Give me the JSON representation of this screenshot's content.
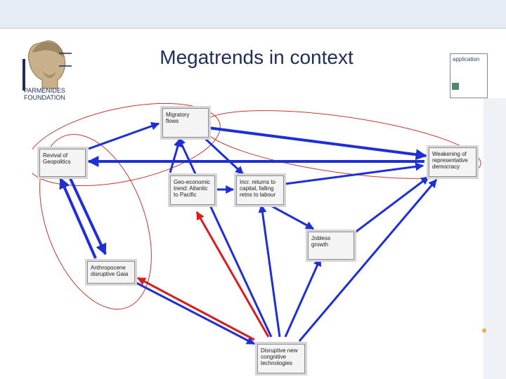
{
  "slide": {
    "title": "Megatrends in context",
    "logo_text": "PARMENIDES FOUNDATION",
    "app_label": "application"
  },
  "nodes": [
    {
      "id": "migratory",
      "label": "Migratory\nflows"
    },
    {
      "id": "geopolitics",
      "label": "Revival of\nGeopolitics"
    },
    {
      "id": "representative",
      "label": "Weakening of\nrepresentative\ndemocracy"
    },
    {
      "id": "geoeconomic",
      "label": "Geo-economic\ntrend: Atlantic\nto Pacific"
    },
    {
      "id": "capital",
      "label": "Incr. returns to\ncapital, falling\nretns to labour"
    },
    {
      "id": "jobless",
      "label": "Jobless\ngrowth"
    },
    {
      "id": "anthropocene",
      "label": "Anthropocene\ndisruptive Gaia"
    },
    {
      "id": "disruptive",
      "label": "Disruptive new\ncongnitive\ntechnologies"
    }
  ],
  "colors": {
    "arrow_blue": "#1f2fd6",
    "arrow_red": "#d91c1c",
    "ellipse": "#c0392b",
    "title": "#1f2d5a"
  }
}
